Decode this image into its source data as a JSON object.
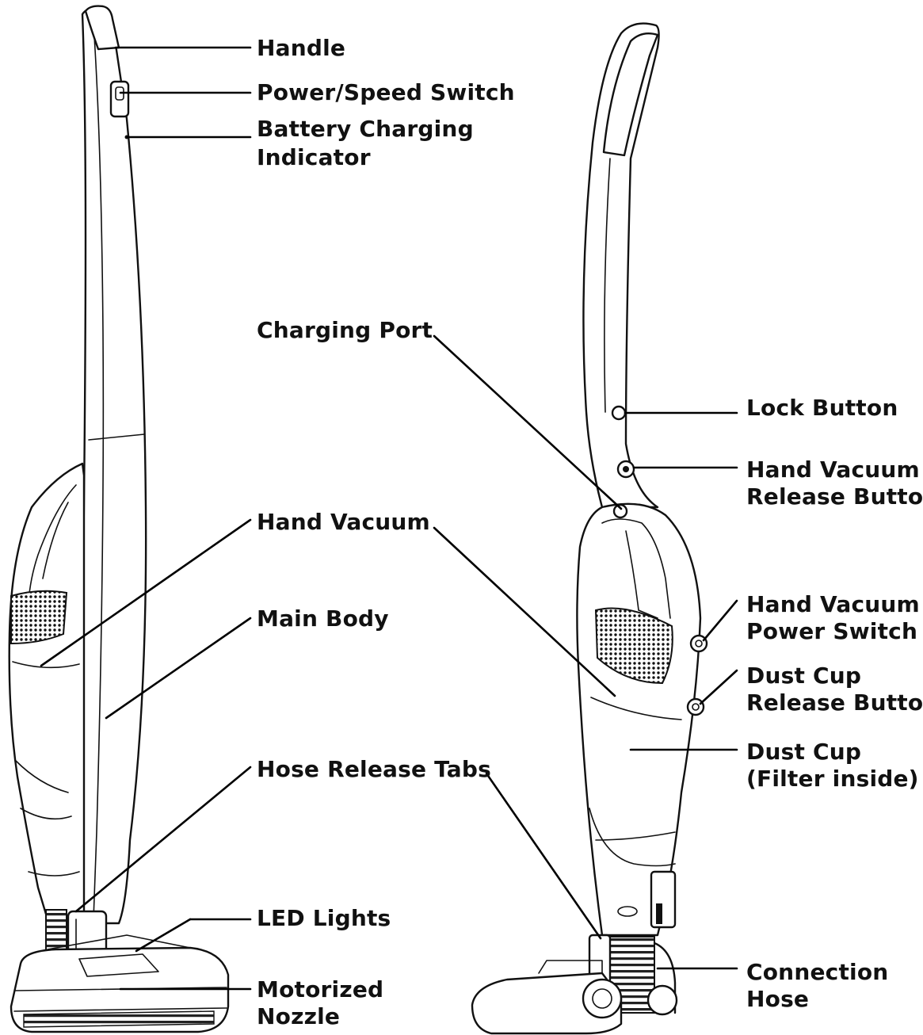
{
  "left_view": {
    "labels": {
      "handle": "Handle",
      "power_speed_switch": "Power/Speed Switch",
      "battery_charging_line1": "Battery Charging",
      "battery_charging_line2": "Indicator",
      "charging_port": "Charging Port",
      "hand_vacuum": "Hand Vacuum",
      "main_body": "Main Body",
      "hose_release_tabs": "Hose Release Tabs",
      "led_lights": "LED Lights",
      "motorized_nozzle_line1": "Motorized",
      "motorized_nozzle_line2": "Nozzle"
    }
  },
  "right_view": {
    "labels": {
      "lock_button": "Lock Button",
      "hand_vacuum_release_line1": "Hand Vacuum",
      "hand_vacuum_release_line2": "Release Button",
      "hand_vacuum_power_line1": "Hand Vacuum",
      "hand_vacuum_power_line2": "Power Switch",
      "dust_cup_release_line1": "Dust Cup",
      "dust_cup_release_line2": "Release Button",
      "dust_cup_line1": "Dust Cup",
      "dust_cup_line2": "(Filter inside)",
      "connection_hose_line1": "Connection",
      "connection_hose_line2": "Hose"
    }
  }
}
